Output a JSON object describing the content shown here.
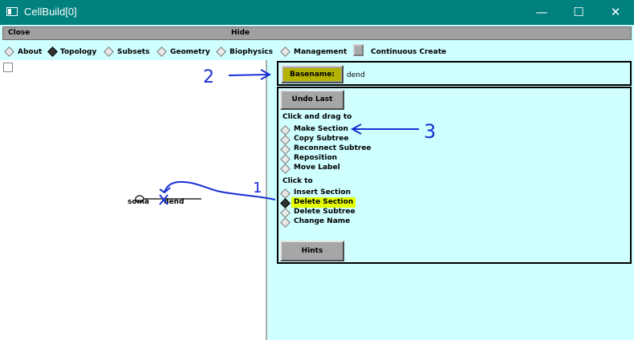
{
  "window": {
    "title": "CellBuild[0]",
    "minimize_glyph": "—",
    "maximize_glyph": "☐",
    "close_glyph": "✕"
  },
  "menu": {
    "close_label": "Close",
    "hide_label": "Hide"
  },
  "tabs": [
    {
      "label": "About",
      "selected": false
    },
    {
      "label": "Topology",
      "selected": true
    },
    {
      "label": "Subsets",
      "selected": false
    },
    {
      "label": "Geometry",
      "selected": false
    },
    {
      "label": "Biophysics",
      "selected": false
    },
    {
      "label": "Management",
      "selected": false
    }
  ],
  "continuous_create_label": "Continuous Create",
  "canvas": {
    "soma_label": "soma",
    "dend_label": "dend"
  },
  "basename": {
    "button_label": "Basename:",
    "value": "dend"
  },
  "tools": {
    "undo_label": "Undo Last",
    "click_drag_heading": "Click and drag to",
    "drag_actions": [
      "Make Section",
      "Copy Subtree",
      "Reconnect Subtree",
      "Reposition",
      "Move Label"
    ],
    "click_heading": "Click to",
    "click_actions": [
      "Insert Section",
      "Delete Section",
      "Delete Subtree",
      "Change Name"
    ],
    "selected_action": "Delete Section",
    "hints_label": "Hints"
  },
  "annotations": {
    "one": "1",
    "two": "2",
    "three": "3"
  },
  "colors": {
    "titlebar": "#00807f",
    "background": "#cfffff",
    "basename_button": "#b3b300",
    "highlight": "#e5ff00",
    "annotation_ink": "#1a2fd4"
  }
}
